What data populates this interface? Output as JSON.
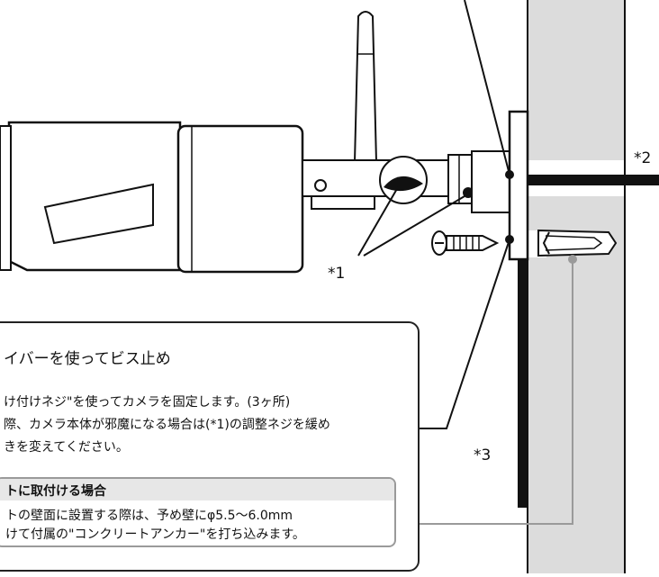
{
  "labels": {
    "mark1": "*1",
    "mark2": "*2",
    "mark3": "*3"
  },
  "callout": {
    "title": "イバーを使ってビス止め",
    "lines": [
      "け付けネジ\"を使ってカメラを固定します。(3ヶ所)",
      "際、カメラ本体が邪魔になる場合は(*1)の調整ネジを緩め",
      "きを変えてください。"
    ],
    "concrete_title": "トに取付ける場合",
    "concrete_lines": [
      "トの壁面に設置する際は、予め壁にφ5.5〜6.0mm",
      "けて付属の\"コンクリートアンカー\"を打ち込みます。"
    ]
  }
}
